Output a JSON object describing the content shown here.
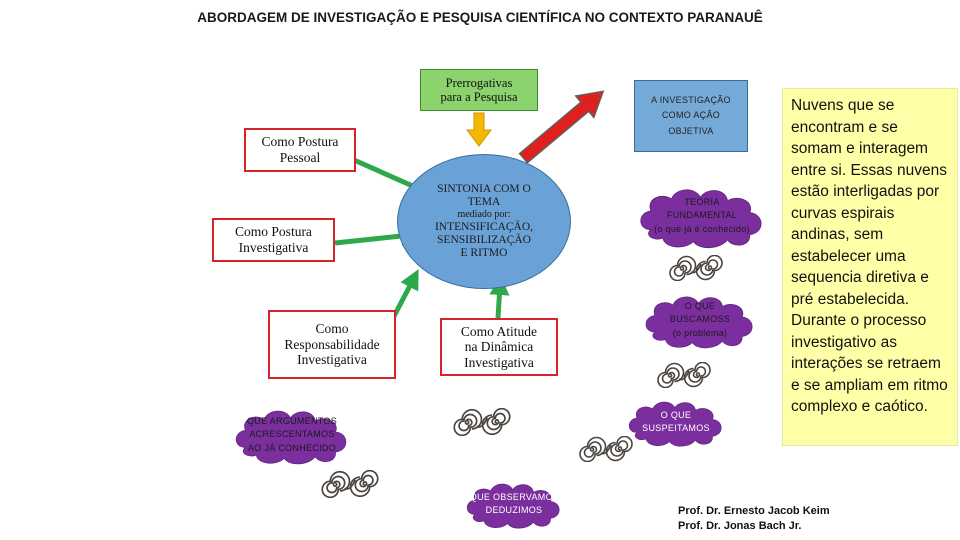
{
  "title": "ABORDAGEM DE INVESTIGAÇÃO E PESQUISA CIENTÍFICA NO CONTEXTO PARANAUÊ",
  "boxes": {
    "prerrogativas": [
      "Prerrogativas",
      "para a Pesquisa"
    ],
    "postura_pessoal": [
      "Como Postura",
      "Pessoal"
    ],
    "postura_investigativa": [
      "Como Postura",
      "Investigativa"
    ],
    "responsabilidade": [
      "Como",
      "Responsabilidade",
      "Investigativa"
    ],
    "atitude": [
      "Como Atitude",
      "na Dinâmica",
      "Investigativa"
    ],
    "investigacao": [
      "A INVESTIGAÇÃO",
      "COMO AÇÃO",
      "OBJETIVA"
    ]
  },
  "center": [
    "SINTONIA COM O",
    "TEMA",
    "mediado por:",
    "INTENSIFICAÇÃO,",
    "SENSIBILIZAÇÃO",
    "E RITMO"
  ],
  "clouds": {
    "teoria": [
      "TEORIA",
      "FUNDAMENTAL",
      "(o que já é conhecido)"
    ],
    "buscamos": [
      "O QUE",
      "BUSCAMOSS",
      "(o problema)"
    ],
    "suspeitamos": [
      "O QUE",
      "SUSPEITAMOS"
    ],
    "argumentos": [
      "QUE ARGUMENTOS",
      "ACRESCENTAMOS",
      "AO JÁ CONHECIDO"
    ],
    "observamos": [
      "O QUE OBSERVAMOS E",
      "DEDUZIMOS"
    ]
  },
  "note": "Nuvens que se encontram e se somam e interagem entre si. Essas nuvens estão interligadas por curvas espirais andinas, sem estabelecer uma sequencia diretiva e pré estabelecida. Durante o processo investigativo as interações se retraem e se ampliam em ritmo complexo e caótico.",
  "authors": [
    "Prof. Dr. Ernesto Jacob Keim",
    "Prof. Dr. Jonas Bach Jr."
  ],
  "colors": {
    "cloud": "#7b2f9e",
    "ellipse": "#6aa2d8",
    "green_arrow": "#2ea84a",
    "red_arrow": "#e0201e",
    "yellow_arrow": "#f5b800",
    "note_bg": "#ffffa8"
  },
  "icons": [
    "double-spiral-icon"
  ]
}
